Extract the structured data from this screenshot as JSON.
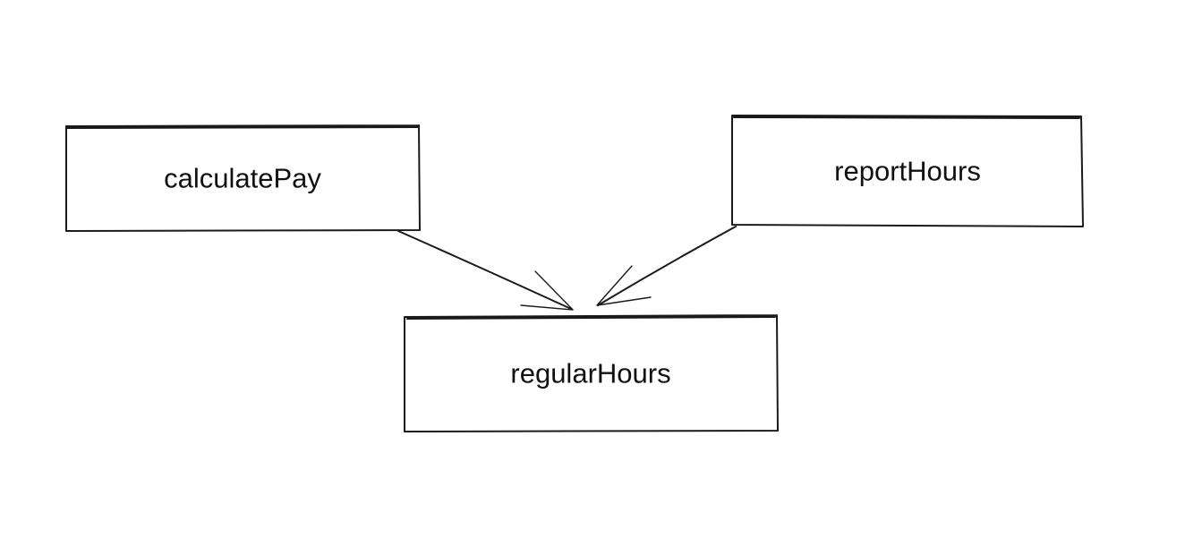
{
  "diagram": {
    "nodes": [
      {
        "id": "calculatePay",
        "label": "calculatePay"
      },
      {
        "id": "reportHours",
        "label": "reportHours"
      },
      {
        "id": "regularHours",
        "label": "regularHours"
      }
    ],
    "edges": [
      {
        "from": "calculatePay",
        "to": "regularHours",
        "arrow": "end"
      },
      {
        "from": "reportHours",
        "to": "regularHours",
        "arrow": "end"
      }
    ],
    "style": "hand-drawn",
    "stroke_color": "#1a1a1a",
    "background_color": "#ffffff"
  }
}
